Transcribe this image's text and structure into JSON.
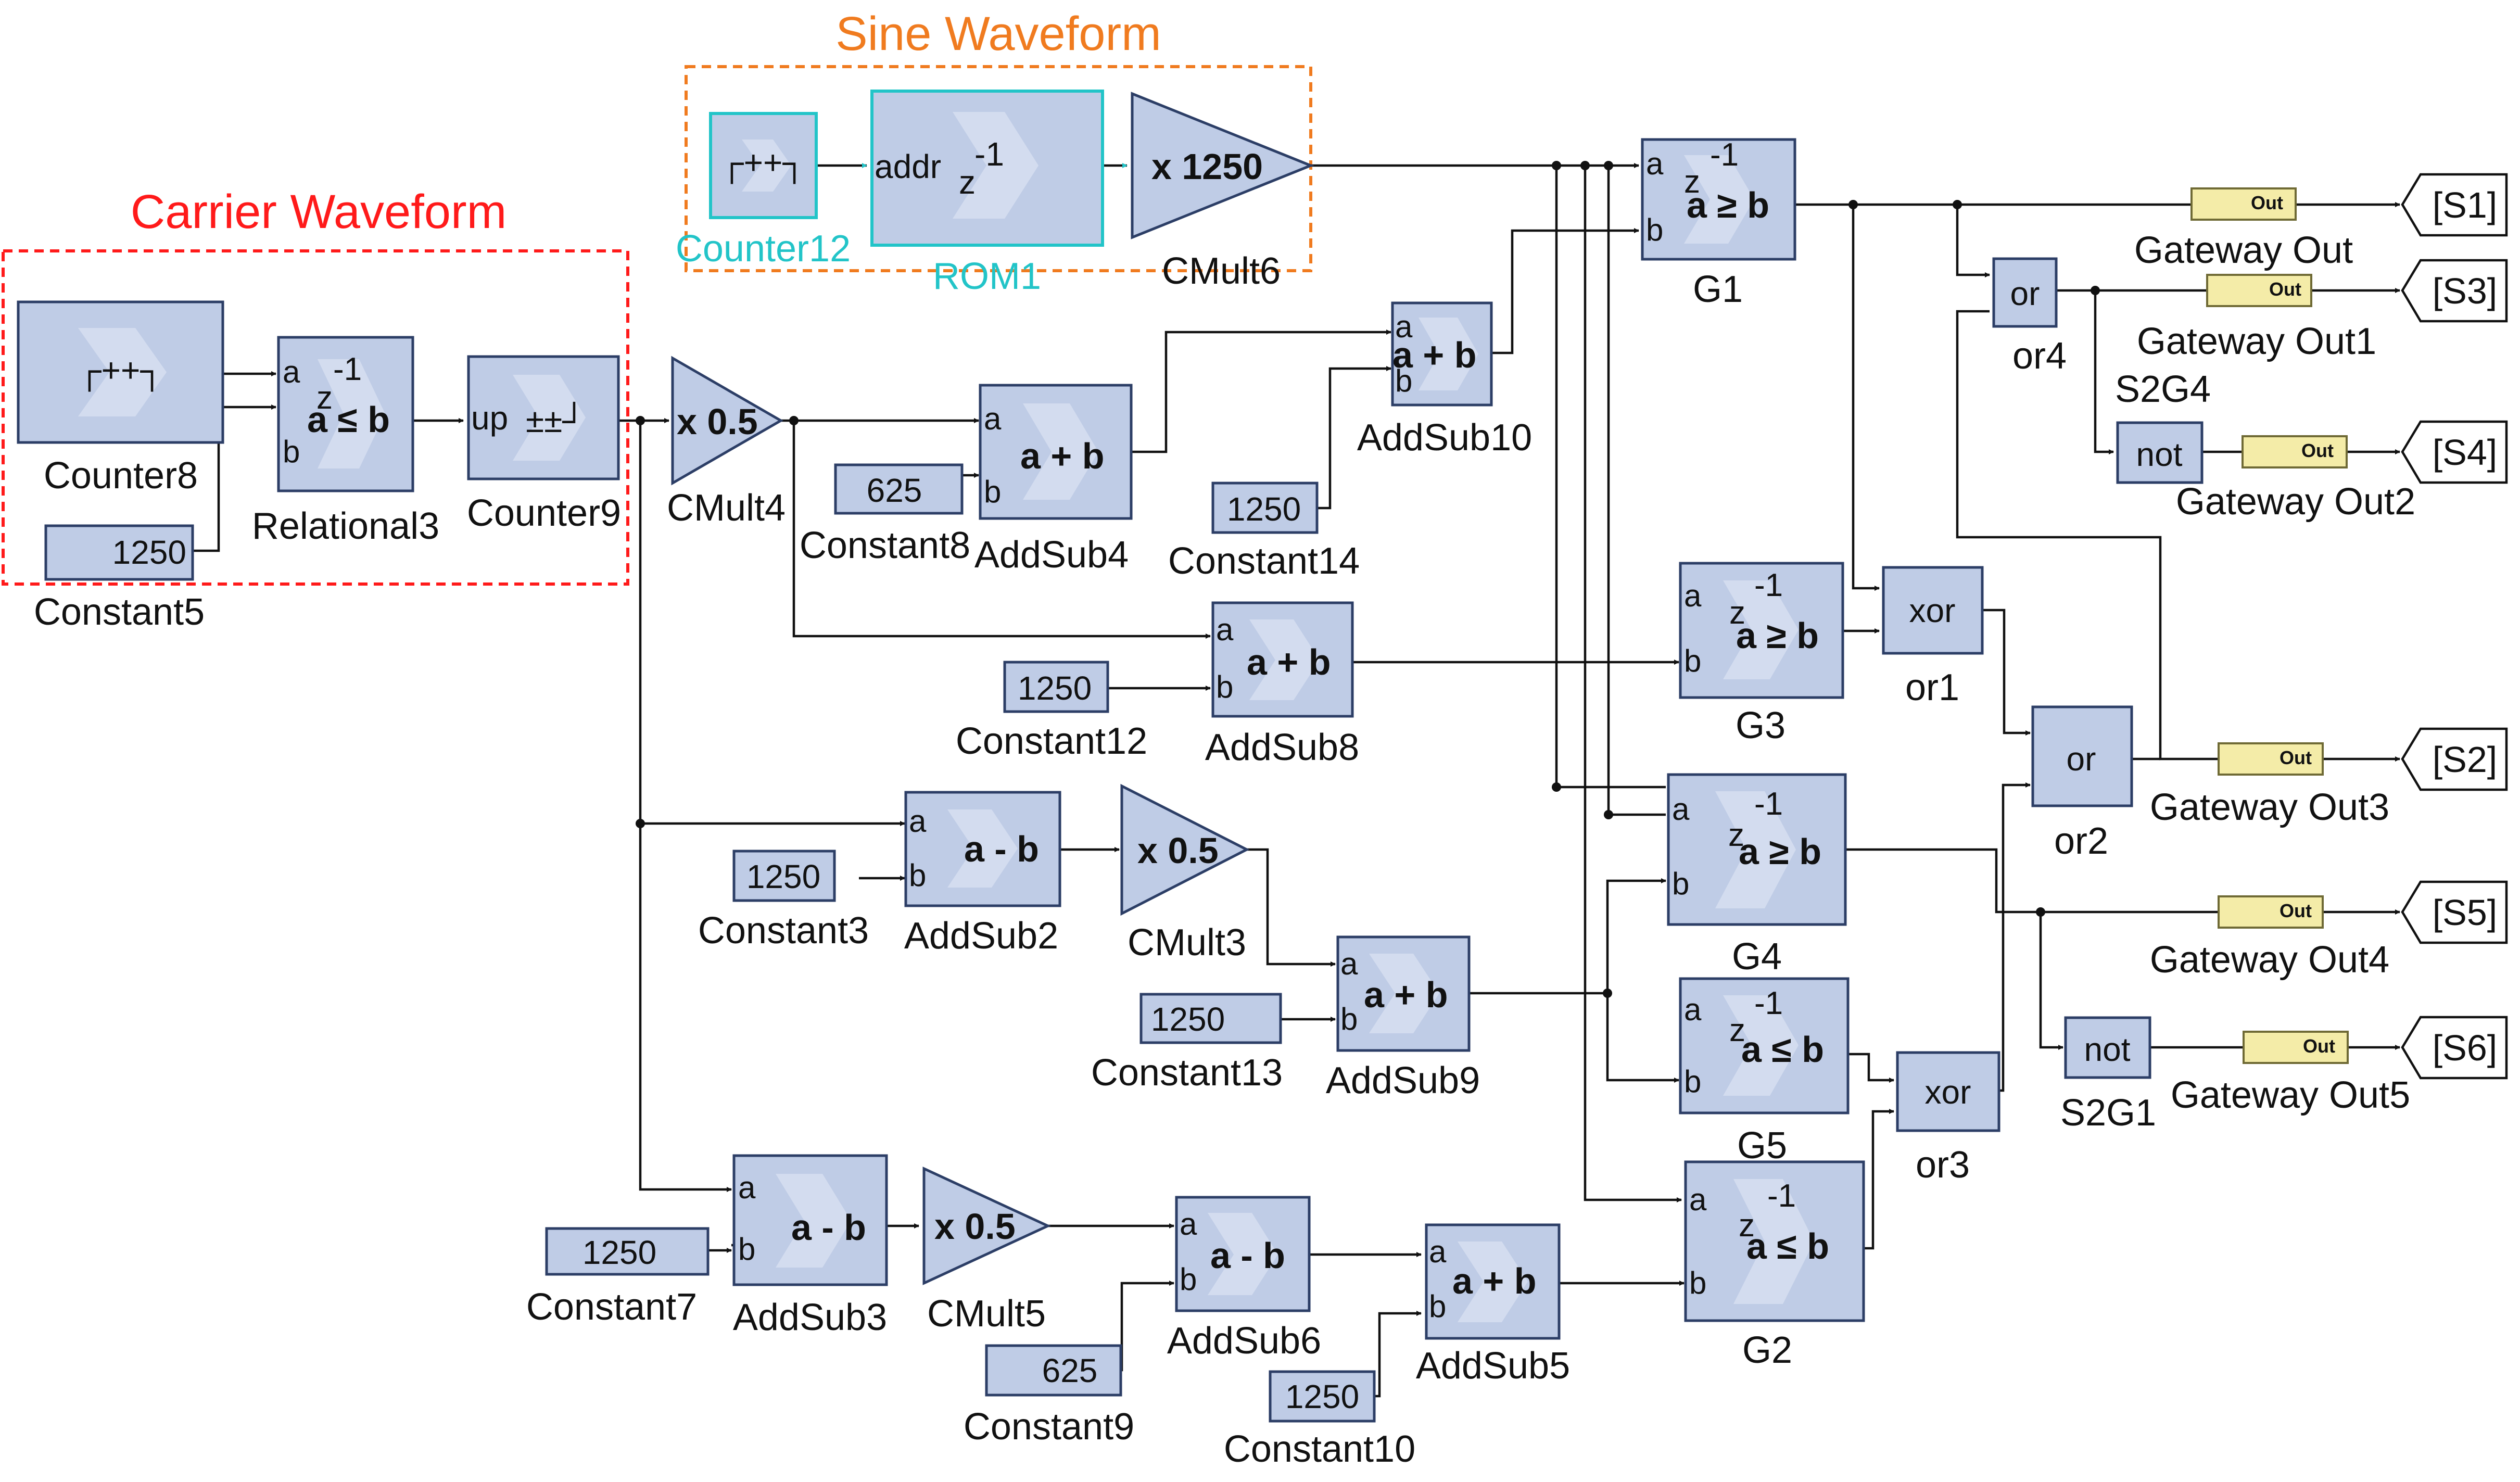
{
  "regions": {
    "sine": "Sine Waveform",
    "carrier": "Carrier Waveform"
  },
  "colors": {
    "block_fill": "#bfcce6",
    "block_border": "#2c3e66",
    "wire": "#111111",
    "sine_region": "#f07b1f",
    "carrier_region": "#ff1a1a",
    "cyan_signal": "#22c4c8",
    "gateway_fill": "#f4eca8"
  },
  "blocks": {
    "counter12": {
      "name": "Counter12",
      "text": "┌++┐"
    },
    "rom1": {
      "name": "ROM1",
      "port": "addr",
      "delay": "z",
      "exp": "-1"
    },
    "cmult6": {
      "name": "CMult6",
      "op": "x 1250"
    },
    "counter8": {
      "name": "Counter8",
      "text": "┌++┐"
    },
    "relational3": {
      "name": "Relational3",
      "a": "a",
      "b": "b",
      "delay": "z",
      "exp": "-1",
      "op": "a ≤ b"
    },
    "counter9": {
      "name": "Counter9",
      "port": "up",
      "text": "±±┘"
    },
    "constant5": {
      "name": "Constant5",
      "value": "1250"
    },
    "cmult4": {
      "name": "CMult4",
      "op": "x 0.5"
    },
    "constant8": {
      "name": "Constant8",
      "value": "625"
    },
    "addsub4": {
      "name": "AddSub4",
      "a": "a",
      "b": "b",
      "op": "a + b"
    },
    "addsub10": {
      "name": "AddSub10",
      "a": "a",
      "b": "b",
      "op": "a + b"
    },
    "constant14": {
      "name": "Constant14",
      "value": "1250"
    },
    "addsub8": {
      "name": "AddSub8",
      "a": "a",
      "b": "b",
      "op": "a + b"
    },
    "constant12": {
      "name": "Constant12",
      "value": "1250"
    },
    "addsub2": {
      "name": "AddSub2",
      "a": "a",
      "b": "b",
      "op": "a - b"
    },
    "constant3": {
      "name": "Constant3",
      "value": "1250"
    },
    "cmult3": {
      "name": "CMult3",
      "op": "x 0.5"
    },
    "addsub9": {
      "name": "AddSub9",
      "a": "a",
      "b": "b",
      "op": "a + b"
    },
    "constant13": {
      "name": "Constant13",
      "value": "1250"
    },
    "addsub3": {
      "name": "AddSub3",
      "a": "a",
      "b": "b",
      "op": "a - b"
    },
    "constant7": {
      "name": "Constant7",
      "value": "1250"
    },
    "cmult5": {
      "name": "CMult5",
      "op": "x 0.5"
    },
    "addsub6": {
      "name": "AddSub6",
      "a": "a",
      "b": "b",
      "op": "a - b"
    },
    "constant9": {
      "name": "Constant9",
      "value": "625"
    },
    "addsub5": {
      "name": "AddSub5",
      "a": "a",
      "b": "b",
      "op": "a + b"
    },
    "constant10": {
      "name": "Constant10",
      "value": "1250"
    },
    "g1": {
      "name": "G1",
      "a": "a",
      "b": "b",
      "delay": "z",
      "exp": "-1",
      "op": "a ≥ b"
    },
    "g3": {
      "name": "G3",
      "a": "a",
      "b": "b",
      "delay": "z",
      "exp": "-1",
      "op": "a ≥ b"
    },
    "g4": {
      "name": "G4",
      "a": "a",
      "b": "b",
      "delay": "z",
      "exp": "-1",
      "op": "a ≥ b"
    },
    "g5": {
      "name": "G5",
      "a": "a",
      "b": "b",
      "delay": "z",
      "exp": "-1",
      "op": "a ≤ b"
    },
    "g2": {
      "name": "G2",
      "a": "a",
      "b": "b",
      "delay": "z",
      "exp": "-1",
      "op": "a ≤ b"
    },
    "or4": {
      "name": "or4",
      "op": "or"
    },
    "or2": {
      "name": "or2",
      "op": "or"
    },
    "xor1": {
      "name": "or1",
      "op": "xor"
    },
    "xor3": {
      "name": "or3",
      "op": "xor"
    },
    "not_s2g4": {
      "name": "S2G4",
      "op": "not"
    },
    "not_s2g1": {
      "name": "S2G1",
      "op": "not"
    }
  },
  "gateways": [
    {
      "name": "Gateway Out",
      "badge": "Out",
      "tag": "[S1]"
    },
    {
      "name": "Gateway Out1",
      "badge": "Out",
      "tag": "[S3]"
    },
    {
      "name": "Gateway Out2",
      "badge": "Out",
      "tag": "[S4]"
    },
    {
      "name": "Gateway Out3",
      "badge": "Out",
      "tag": "[S2]"
    },
    {
      "name": "Gateway Out4",
      "badge": "Out",
      "tag": "[S5]"
    },
    {
      "name": "Gateway Out5",
      "badge": "Out",
      "tag": "[S6]"
    }
  ]
}
